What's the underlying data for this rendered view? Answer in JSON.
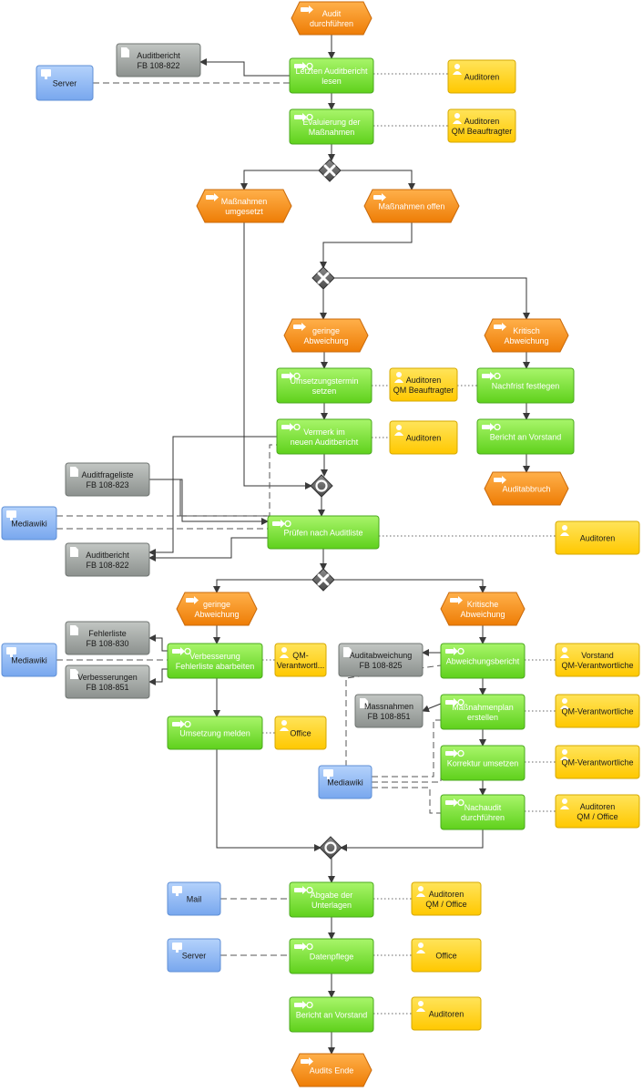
{
  "colors": {
    "event": "#f28a12",
    "event_border": "#c9690a",
    "function": "#7ee33a",
    "function_border": "#4aa81d",
    "role": "#ffd21a",
    "role_border": "#d6a800",
    "document": "#9ea3a0",
    "document_border": "#6f7471",
    "system": "#8eb8f5",
    "system_border": "#5f8fd6",
    "connector": "#7a7a7a"
  },
  "nodes": {
    "ev_start": {
      "type": "event",
      "lines": [
        "Audit",
        "durchführen"
      ]
    },
    "fn_read": {
      "type": "function",
      "lines": [
        "Letzten Auditbericht",
        "lesen"
      ]
    },
    "doc_ab1": {
      "type": "document",
      "lines": [
        "Auditbericht",
        "FB 108-822"
      ]
    },
    "sys_server1": {
      "type": "system",
      "lines": [
        "Server"
      ]
    },
    "role_aud1": {
      "type": "role",
      "lines": [
        "Auditoren"
      ]
    },
    "fn_eval": {
      "type": "function",
      "lines": [
        "Evaluierung der",
        "Maßnahmen"
      ]
    },
    "role_audqm1": {
      "type": "role",
      "lines": [
        "Auditoren",
        "QM Beauftragter"
      ]
    },
    "ev_umgesetzt": {
      "type": "event",
      "lines": [
        "Maßnahmen",
        "umgesetzt"
      ]
    },
    "ev_offen": {
      "type": "event",
      "lines": [
        "Maßnahmen offen"
      ]
    },
    "ev_gering1": {
      "type": "event",
      "lines": [
        "geringe",
        "Abweichung"
      ]
    },
    "ev_kritisch1": {
      "type": "event",
      "lines": [
        "Kritisch",
        "Abweichung"
      ]
    },
    "fn_termin": {
      "type": "function",
      "lines": [
        "Umsetzungstermin",
        "setzen"
      ]
    },
    "role_audqm2": {
      "type": "role",
      "lines": [
        "Auditoren",
        "QM Beauftragter"
      ]
    },
    "fn_nachfrist": {
      "type": "function",
      "lines": [
        "Nachfrist festlegen"
      ]
    },
    "fn_vermerk": {
      "type": "function",
      "lines": [
        "Vermerk im",
        "neuen Auditbericht"
      ]
    },
    "role_aud2": {
      "type": "role",
      "lines": [
        "Auditoren"
      ]
    },
    "fn_bericht_vorstand1": {
      "type": "function",
      "lines": [
        "Bericht an Vorstand"
      ]
    },
    "ev_abbruch": {
      "type": "event",
      "lines": [
        "Auditabbruch"
      ]
    },
    "doc_afl": {
      "type": "document",
      "lines": [
        "Auditfrageliste",
        "FB 108-823"
      ]
    },
    "sys_mediawiki1": {
      "type": "system",
      "lines": [
        "Mediawiki"
      ]
    },
    "fn_pruefen": {
      "type": "function",
      "lines": [
        "Prüfen nach Auditliste"
      ]
    },
    "role_aud3": {
      "type": "role",
      "lines": [
        "Auditoren"
      ]
    },
    "doc_ab2": {
      "type": "document",
      "lines": [
        "Auditbericht",
        "FB 108-822"
      ]
    },
    "ev_gering2": {
      "type": "event",
      "lines": [
        "geringe",
        "Abweichung"
      ]
    },
    "ev_kritisch2": {
      "type": "event",
      "lines": [
        "Kritische",
        "Abweichung"
      ]
    },
    "doc_fehler": {
      "type": "document",
      "lines": [
        "Fehlerliste",
        "FB 108-830"
      ]
    },
    "sys_mediawiki2": {
      "type": "system",
      "lines": [
        "Mediawiki"
      ]
    },
    "fn_verbesserung": {
      "type": "function",
      "lines": [
        "Verbesserung",
        "Fehlerliste abarbeiten"
      ]
    },
    "role_qmv1": {
      "type": "role",
      "lines": [
        "QM-",
        "Verantwortl..."
      ]
    },
    "doc_verb": {
      "type": "document",
      "lines": [
        "Verbesserungen",
        "FB 108-851"
      ]
    },
    "doc_aab": {
      "type": "document",
      "lines": [
        "Auditabweichung",
        "FB 108-825"
      ]
    },
    "fn_abw": {
      "type": "function",
      "lines": [
        "Abweichungsbericht"
      ]
    },
    "role_vorstand_qmv": {
      "type": "role",
      "lines": [
        "Vorstand",
        "QM-Verantwortliche"
      ]
    },
    "doc_mass": {
      "type": "document",
      "lines": [
        "Massnahmen",
        "FB 108-851"
      ]
    },
    "fn_massplan": {
      "type": "function",
      "lines": [
        "Maßnahmenplan",
        "erstellen"
      ]
    },
    "role_qmv2": {
      "type": "role",
      "lines": [
        "QM-Verantwortliche"
      ]
    },
    "fn_umsetzung": {
      "type": "function",
      "lines": [
        "Umsetzung melden"
      ]
    },
    "role_office1": {
      "type": "role",
      "lines": [
        "Office"
      ]
    },
    "fn_korrektur": {
      "type": "function",
      "lines": [
        "Korrektur umsetzen"
      ]
    },
    "role_qmv3": {
      "type": "role",
      "lines": [
        "QM-Verantwortliche"
      ]
    },
    "sys_mediawiki3": {
      "type": "system",
      "lines": [
        "Mediawiki"
      ]
    },
    "fn_nachaudit": {
      "type": "function",
      "lines": [
        "Nachaudit",
        "durchführen"
      ]
    },
    "role_audqmoff1": {
      "type": "role",
      "lines": [
        "Auditoren",
        "QM / Office"
      ]
    },
    "sys_mail": {
      "type": "system",
      "lines": [
        "Mail"
      ]
    },
    "fn_abgabe": {
      "type": "function",
      "lines": [
        "Abgabe der",
        "Unterlagen"
      ]
    },
    "role_audqmoff2": {
      "type": "role",
      "lines": [
        "Auditoren",
        "QM / Office"
      ]
    },
    "sys_server2": {
      "type": "system",
      "lines": [
        "Server"
      ]
    },
    "fn_datenpflege": {
      "type": "function",
      "lines": [
        "Datenpflege"
      ]
    },
    "role_office2": {
      "type": "role",
      "lines": [
        "Office"
      ]
    },
    "fn_bericht_vorstand2": {
      "type": "function",
      "lines": [
        "Bericht an Vorstand"
      ]
    },
    "role_aud4": {
      "type": "role",
      "lines": [
        "Auditoren"
      ]
    },
    "ev_ende": {
      "type": "event",
      "lines": [
        "Audits Ende"
      ]
    }
  },
  "gateways": {
    "gw1": {
      "kind": "xor"
    },
    "gw2": {
      "kind": "xor"
    },
    "gw3": {
      "kind": "or"
    },
    "gw4": {
      "kind": "xor"
    },
    "gw5": {
      "kind": "or"
    }
  }
}
